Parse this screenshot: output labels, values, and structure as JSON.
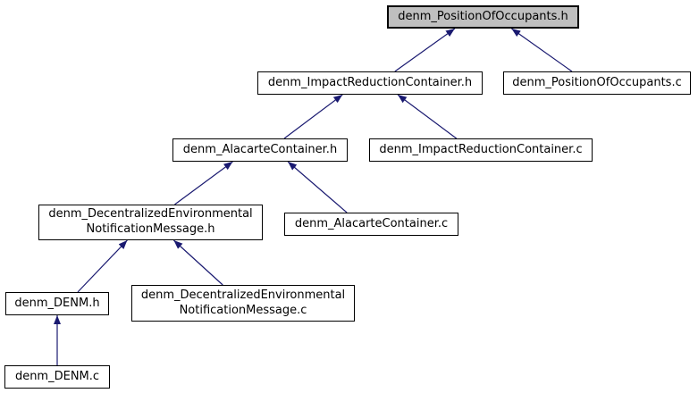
{
  "diagram": {
    "title": "include dependency graph",
    "background": "#ffffff",
    "edge_color": "#191970",
    "node_border_color": "#000000",
    "node_fill": "#ffffff",
    "highlight_fill": "#bfbfbf",
    "text_color": "#000000"
  },
  "nodes": [
    {
      "id": "denm_PositionOfOccupants_h",
      "line1": "denm_PositionOfOccupants.h",
      "highlighted": true
    },
    {
      "id": "denm_ImpactReductionContainer_h",
      "line1": "denm_ImpactReductionContainer.h"
    },
    {
      "id": "denm_PositionOfOccupants_c",
      "line1": "denm_PositionOfOccupants.c"
    },
    {
      "id": "denm_AlacarteContainer_h",
      "line1": "denm_AlacarteContainer.h"
    },
    {
      "id": "denm_ImpactReductionContainer_c",
      "line1": "denm_ImpactReductionContainer.c"
    },
    {
      "id": "denm_DecentralizedEnvironmentalNotificationMessage_h",
      "line1": "denm_DecentralizedEnvironmental",
      "line2": "NotificationMessage.h"
    },
    {
      "id": "denm_AlacarteContainer_c",
      "line1": "denm_AlacarteContainer.c"
    },
    {
      "id": "denm_DENM_h",
      "line1": "denm_DENM.h"
    },
    {
      "id": "denm_DecentralizedEnvironmentalNotificationMessage_c",
      "line1": "denm_DecentralizedEnvironmental",
      "line2": "NotificationMessage.c"
    },
    {
      "id": "denm_DENM_c",
      "line1": "denm_DENM.c"
    }
  ],
  "edges": [
    {
      "from": "denm_ImpactReductionContainer_h",
      "to": "denm_PositionOfOccupants_h"
    },
    {
      "from": "denm_PositionOfOccupants_c",
      "to": "denm_PositionOfOccupants_h"
    },
    {
      "from": "denm_AlacarteContainer_h",
      "to": "denm_ImpactReductionContainer_h"
    },
    {
      "from": "denm_ImpactReductionContainer_c",
      "to": "denm_ImpactReductionContainer_h"
    },
    {
      "from": "denm_DecentralizedEnvironmentalNotificationMessage_h",
      "to": "denm_AlacarteContainer_h"
    },
    {
      "from": "denm_AlacarteContainer_c",
      "to": "denm_AlacarteContainer_h"
    },
    {
      "from": "denm_DENM_h",
      "to": "denm_DecentralizedEnvironmentalNotificationMessage_h"
    },
    {
      "from": "denm_DecentralizedEnvironmentalNotificationMessage_c",
      "to": "denm_DecentralizedEnvironmentalNotificationMessage_h"
    },
    {
      "from": "denm_DENM_c",
      "to": "denm_DENM_h"
    }
  ]
}
